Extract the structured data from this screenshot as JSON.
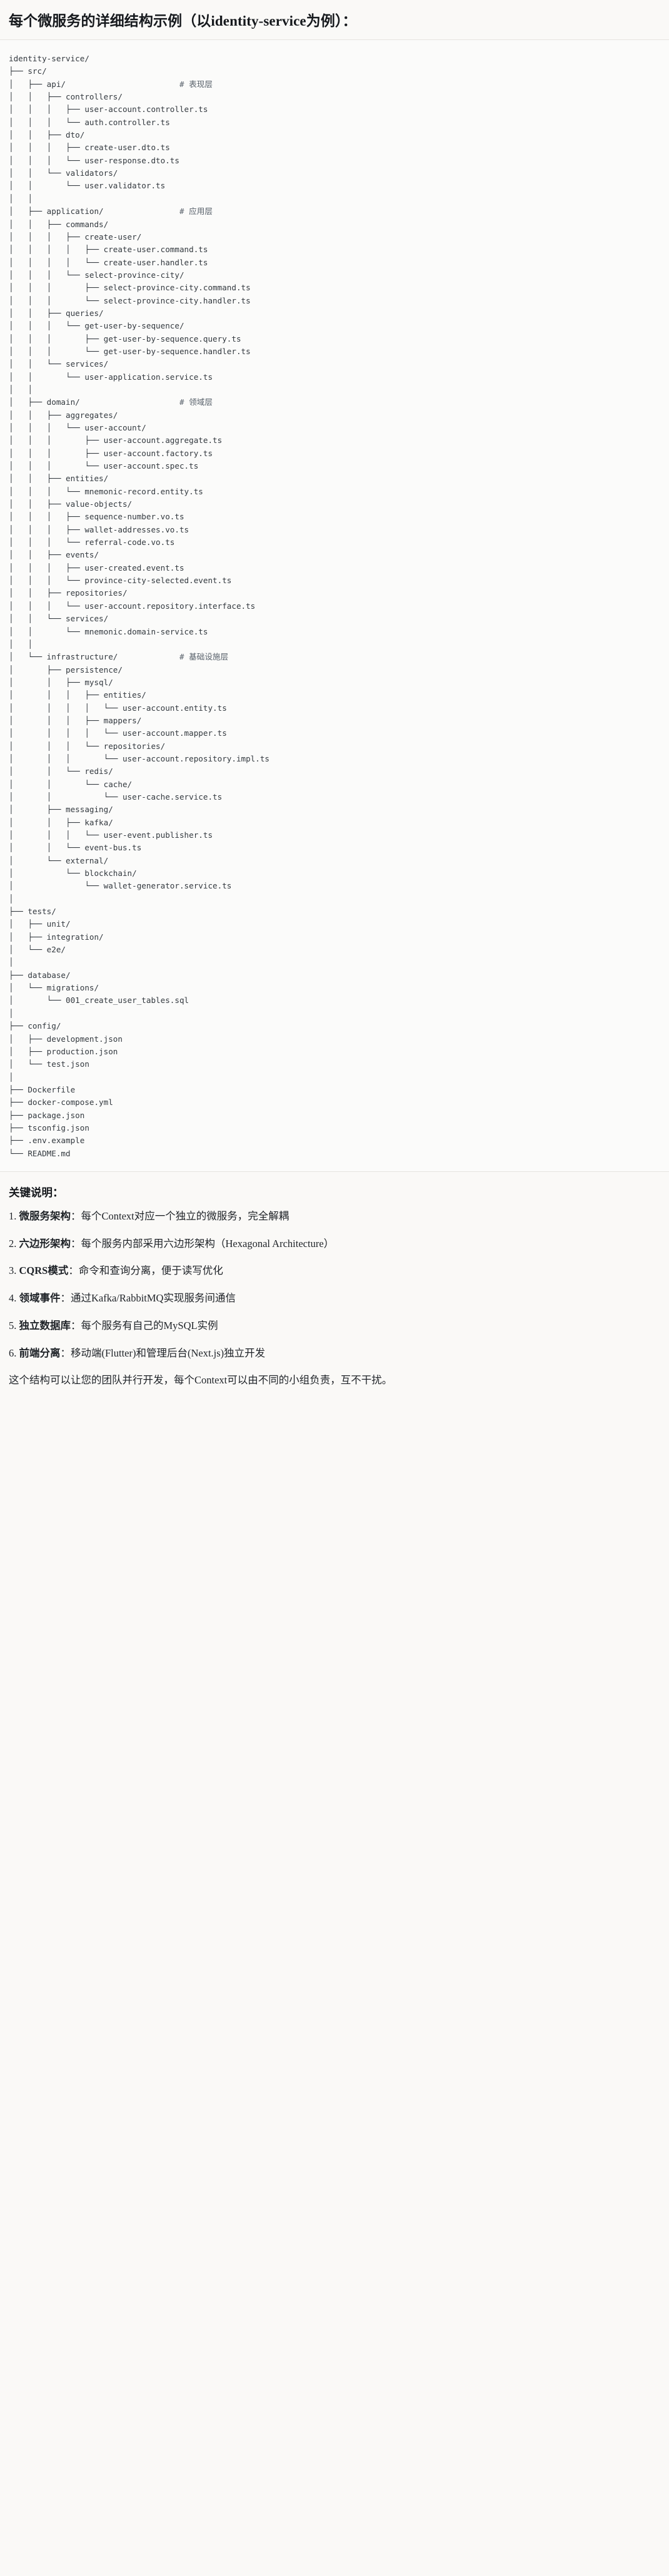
{
  "header": {
    "title": "每个微服务的详细结构示例（以identity-service为例）："
  },
  "tree": {
    "root": "identity-service/",
    "comments": {
      "presentation": "# 表现层",
      "application": "# 应用层",
      "domain": "# 领域层",
      "infrastructure": "# 基础设施层"
    },
    "lines": [
      {
        "text": "identity-service/",
        "comment": ""
      },
      {
        "text": "├── src/",
        "comment": ""
      },
      {
        "text": "│   ├── api/",
        "comment": "# 表现层"
      },
      {
        "text": "│   │   ├── controllers/",
        "comment": ""
      },
      {
        "text": "│   │   │   ├── user-account.controller.ts",
        "comment": ""
      },
      {
        "text": "│   │   │   └── auth.controller.ts",
        "comment": ""
      },
      {
        "text": "│   │   ├── dto/",
        "comment": ""
      },
      {
        "text": "│   │   │   ├── create-user.dto.ts",
        "comment": ""
      },
      {
        "text": "│   │   │   └── user-response.dto.ts",
        "comment": ""
      },
      {
        "text": "│   │   └── validators/",
        "comment": ""
      },
      {
        "text": "│   │       └── user.validator.ts",
        "comment": ""
      },
      {
        "text": "│   │",
        "comment": ""
      },
      {
        "text": "│   ├── application/",
        "comment": "# 应用层"
      },
      {
        "text": "│   │   ├── commands/",
        "comment": ""
      },
      {
        "text": "│   │   │   ├── create-user/",
        "comment": ""
      },
      {
        "text": "│   │   │   │   ├── create-user.command.ts",
        "comment": ""
      },
      {
        "text": "│   │   │   │   └── create-user.handler.ts",
        "comment": ""
      },
      {
        "text": "│   │   │   └── select-province-city/",
        "comment": ""
      },
      {
        "text": "│   │   │       ├── select-province-city.command.ts",
        "comment": ""
      },
      {
        "text": "│   │   │       └── select-province-city.handler.ts",
        "comment": ""
      },
      {
        "text": "│   │   ├── queries/",
        "comment": ""
      },
      {
        "text": "│   │   │   └── get-user-by-sequence/",
        "comment": ""
      },
      {
        "text": "│   │   │       ├── get-user-by-sequence.query.ts",
        "comment": ""
      },
      {
        "text": "│   │   │       └── get-user-by-sequence.handler.ts",
        "comment": ""
      },
      {
        "text": "│   │   └── services/",
        "comment": ""
      },
      {
        "text": "│   │       └── user-application.service.ts",
        "comment": ""
      },
      {
        "text": "│   │",
        "comment": ""
      },
      {
        "text": "│   ├── domain/",
        "comment": "# 领域层"
      },
      {
        "text": "│   │   ├── aggregates/",
        "comment": ""
      },
      {
        "text": "│   │   │   └── user-account/",
        "comment": ""
      },
      {
        "text": "│   │   │       ├── user-account.aggregate.ts",
        "comment": ""
      },
      {
        "text": "│   │   │       ├── user-account.factory.ts",
        "comment": ""
      },
      {
        "text": "│   │   │       └── user-account.spec.ts",
        "comment": ""
      },
      {
        "text": "│   │   ├── entities/",
        "comment": ""
      },
      {
        "text": "│   │   │   └── mnemonic-record.entity.ts",
        "comment": ""
      },
      {
        "text": "│   │   ├── value-objects/",
        "comment": ""
      },
      {
        "text": "│   │   │   ├── sequence-number.vo.ts",
        "comment": ""
      },
      {
        "text": "│   │   │   ├── wallet-addresses.vo.ts",
        "comment": ""
      },
      {
        "text": "│   │   │   └── referral-code.vo.ts",
        "comment": ""
      },
      {
        "text": "│   │   ├── events/",
        "comment": ""
      },
      {
        "text": "│   │   │   ├── user-created.event.ts",
        "comment": ""
      },
      {
        "text": "│   │   │   └── province-city-selected.event.ts",
        "comment": ""
      },
      {
        "text": "│   │   ├── repositories/",
        "comment": ""
      },
      {
        "text": "│   │   │   └── user-account.repository.interface.ts",
        "comment": ""
      },
      {
        "text": "│   │   └── services/",
        "comment": ""
      },
      {
        "text": "│   │       └── mnemonic.domain-service.ts",
        "comment": ""
      },
      {
        "text": "│   │",
        "comment": ""
      },
      {
        "text": "│   └── infrastructure/",
        "comment": "# 基础设施层"
      },
      {
        "text": "│       ├── persistence/",
        "comment": ""
      },
      {
        "text": "│       │   ├── mysql/",
        "comment": ""
      },
      {
        "text": "│       │   │   ├── entities/",
        "comment": ""
      },
      {
        "text": "│       │   │   │   └── user-account.entity.ts",
        "comment": ""
      },
      {
        "text": "│       │   │   ├── mappers/",
        "comment": ""
      },
      {
        "text": "│       │   │   │   └── user-account.mapper.ts",
        "comment": ""
      },
      {
        "text": "│       │   │   └── repositories/",
        "comment": ""
      },
      {
        "text": "│       │   │       └── user-account.repository.impl.ts",
        "comment": ""
      },
      {
        "text": "│       │   └── redis/",
        "comment": ""
      },
      {
        "text": "│       │       └── cache/",
        "comment": ""
      },
      {
        "text": "│       │           └── user-cache.service.ts",
        "comment": ""
      },
      {
        "text": "│       ├── messaging/",
        "comment": ""
      },
      {
        "text": "│       │   ├── kafka/",
        "comment": ""
      },
      {
        "text": "│       │   │   └── user-event.publisher.ts",
        "comment": ""
      },
      {
        "text": "│       │   └── event-bus.ts",
        "comment": ""
      },
      {
        "text": "│       └── external/",
        "comment": ""
      },
      {
        "text": "│           └── blockchain/",
        "comment": ""
      },
      {
        "text": "│               └── wallet-generator.service.ts",
        "comment": ""
      },
      {
        "text": "│",
        "comment": ""
      },
      {
        "text": "├── tests/",
        "comment": ""
      },
      {
        "text": "│   ├── unit/",
        "comment": ""
      },
      {
        "text": "│   ├── integration/",
        "comment": ""
      },
      {
        "text": "│   └── e2e/",
        "comment": ""
      },
      {
        "text": "│",
        "comment": ""
      },
      {
        "text": "├── database/",
        "comment": ""
      },
      {
        "text": "│   └── migrations/",
        "comment": ""
      },
      {
        "text": "│       └── 001_create_user_tables.sql",
        "comment": ""
      },
      {
        "text": "│",
        "comment": ""
      },
      {
        "text": "├── config/",
        "comment": ""
      },
      {
        "text": "│   ├── development.json",
        "comment": ""
      },
      {
        "text": "│   ├── production.json",
        "comment": ""
      },
      {
        "text": "│   └── test.json",
        "comment": ""
      },
      {
        "text": "│",
        "comment": ""
      },
      {
        "text": "├── Dockerfile",
        "comment": ""
      },
      {
        "text": "├── docker-compose.yml",
        "comment": ""
      },
      {
        "text": "├── package.json",
        "comment": ""
      },
      {
        "text": "├── tsconfig.json",
        "comment": ""
      },
      {
        "text": "├── .env.example",
        "comment": ""
      },
      {
        "text": "└── README.md",
        "comment": ""
      }
    ]
  },
  "notes": {
    "title": "关键说明：",
    "items": [
      {
        "term": "微服务架构",
        "sep": "：",
        "desc": "每个Context对应一个独立的微服务，完全解耦"
      },
      {
        "term": "六边形架构",
        "sep": "：",
        "desc": "每个服务内部采用六边形架构（Hexagonal Architecture）"
      },
      {
        "term": "CQRS模式",
        "sep": "：",
        "desc": "命令和查询分离，便于读写优化"
      },
      {
        "term": "领域事件",
        "sep": "：",
        "desc": "通过Kafka/RabbitMQ实现服务间通信"
      },
      {
        "term": "独立数据库",
        "sep": "：",
        "desc": "每个服务有自己的MySQL实例"
      },
      {
        "term": "前端分离",
        "sep": "：",
        "desc": "移动端(Flutter)和管理后台(Next.js)独立开发"
      }
    ],
    "closing": "这个结构可以让您的团队并行开发，每个Context可以由不同的小组负责，互不干扰。"
  },
  "colors": {
    "background": "#faf9f7",
    "code_background": "#fbfbfa",
    "text": "#1f2328",
    "code_text": "#33393f",
    "comment_text": "#57606a",
    "divider": "#e6e4e0"
  }
}
